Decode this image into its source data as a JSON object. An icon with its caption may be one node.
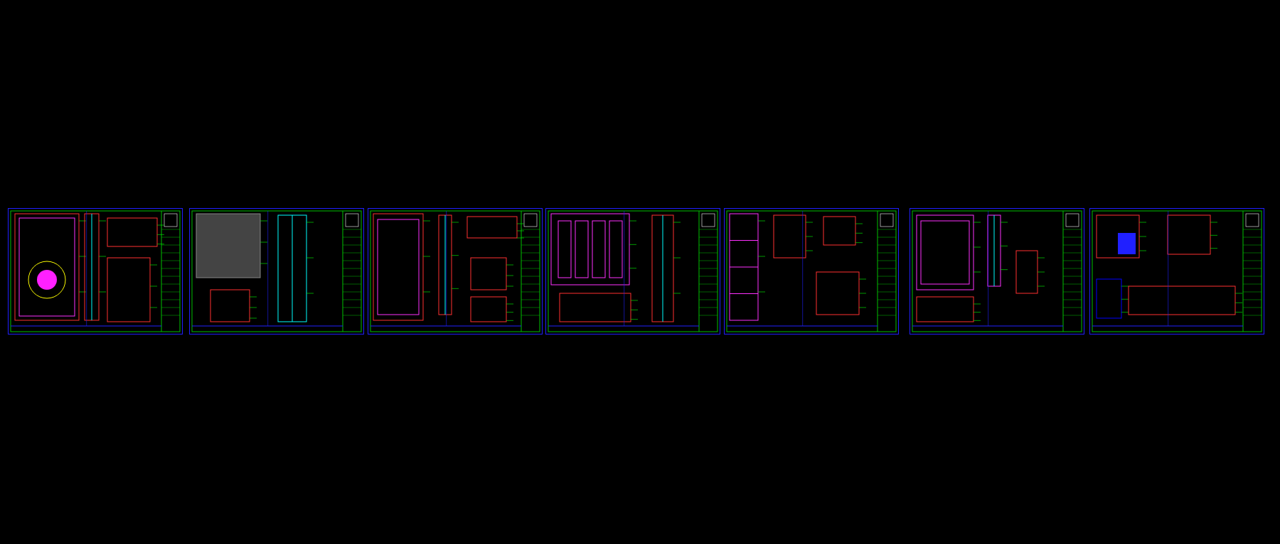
{
  "diagram": {
    "nodes": [
      {
        "text": [],
        "shape": "picture"
      },
      {
        "text": [],
        "shape": "picture"
      },
      {
        "text": [],
        "shape": "picture"
      },
      {
        "text": [],
        "shape": "picture"
      },
      {
        "text": [],
        "shape": "picture"
      },
      {
        "text": [],
        "shape": "picture"
      },
      {
        "text": [],
        "shape": "picture"
      }
    ]
  }
}
